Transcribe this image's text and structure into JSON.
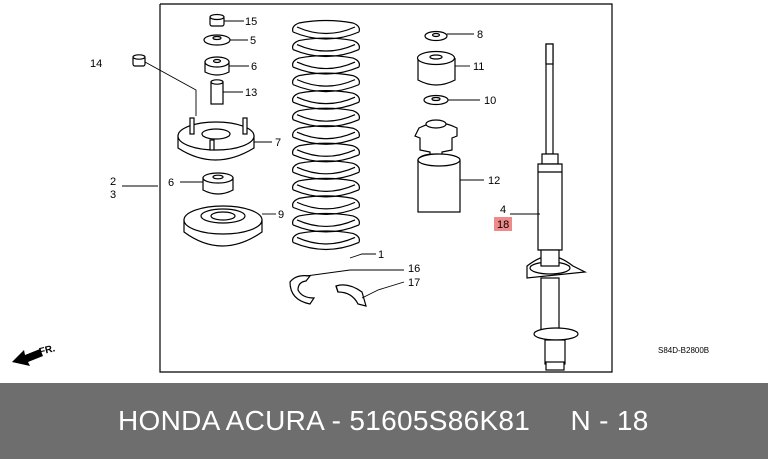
{
  "callouts": {
    "c15": "15",
    "c5": "5",
    "c6a": "6",
    "c14": "14",
    "c13": "13",
    "c7": "7",
    "c2": "2",
    "c3": "3",
    "c6b": "6",
    "c9": "9",
    "c8": "8",
    "c11": "11",
    "c10": "10",
    "c12": "12",
    "c4": "4",
    "c18": "18",
    "c1": "1",
    "c16": "16",
    "c17": "17"
  },
  "direction_label": "FR.",
  "diagram_code": "S84D-B2800B",
  "highlight_color": "#f08a8a",
  "footer": {
    "text": "HONDA ACURA - 51605S86K81     N - 18",
    "background": "#6e6e6e"
  }
}
